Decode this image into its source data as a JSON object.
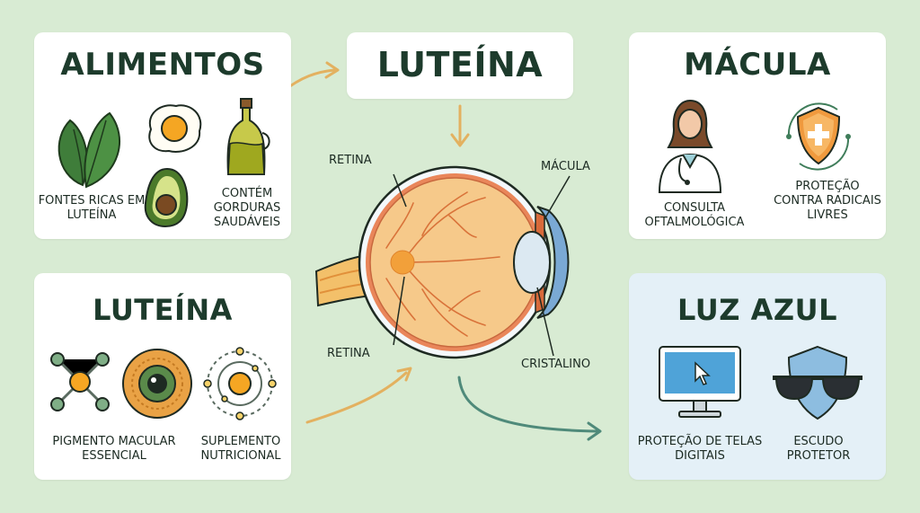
{
  "top_left": {
    "title": "ALIMENTOS",
    "caption_left": "FONTES RICAS EM LUTEÍNA",
    "caption_right": "CONTÉM GORDURAS SAUDÁVEIS",
    "icons": [
      "spinach-icon",
      "fried-egg-icon",
      "olive-oil-icon",
      "avocado-icon"
    ]
  },
  "top_center": {
    "title": "LUTEÍNA"
  },
  "top_right": {
    "title": "MÁCULA",
    "caption_left": "CONSULTA OFTALMOLÓGICA",
    "caption_right": "PROTEÇÃO CONTRA RADICAIS LIVRES",
    "icons": [
      "doctor-icon",
      "shield-plus-icon"
    ]
  },
  "bottom_left": {
    "title": "LUTEÍNA",
    "caption_left": "PIGMENTO MACULAR ESSENCIAL",
    "caption_right": "SUPLEMENTO NUTRICIONAL",
    "icons": [
      "molecule-icon",
      "iris-icon",
      "orbit-icon"
    ]
  },
  "bottom_right": {
    "title": "LUZ AZUL",
    "caption_left": "PROTEÇÃO DE TELAS DIGITAIS",
    "caption_right": "ESCUDO PROTETOR",
    "icons": [
      "monitor-icon",
      "sunglasses-shield-icon"
    ]
  },
  "eye": {
    "label_retina_top": "RETINA",
    "label_macula": "MÁCULA",
    "label_retina_bottom": "RETINA",
    "label_cristalino": "CRISTALINO"
  },
  "colors": {
    "background": "#d8ebd3",
    "title_green": "#1d3b2c",
    "arrow_orange": "#e3b160",
    "arrow_teal": "#4f8a7a"
  }
}
